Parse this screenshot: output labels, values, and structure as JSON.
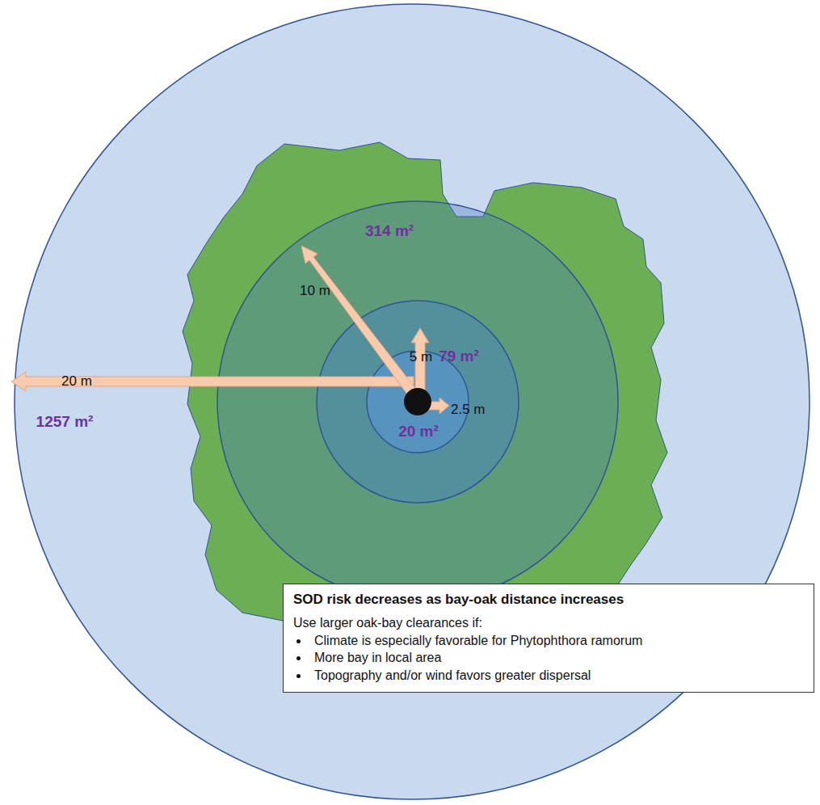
{
  "diagram": {
    "nodes": [
      {
        "text": [
          "SOD risk decreases as bay-oak distance increases",
          "Use larger oak-bay clearances if:",
          "Climate is especially favorable for Phytophthora ramorum",
          "More bay in local area",
          "Topography and/or wind favors greater dispersal"
        ]
      }
    ],
    "labels": [
      "20 m",
      "1257 m²",
      "10 m",
      "314 m²",
      "5 m",
      "79 m²",
      "2.5 m",
      "20 m²"
    ]
  }
}
